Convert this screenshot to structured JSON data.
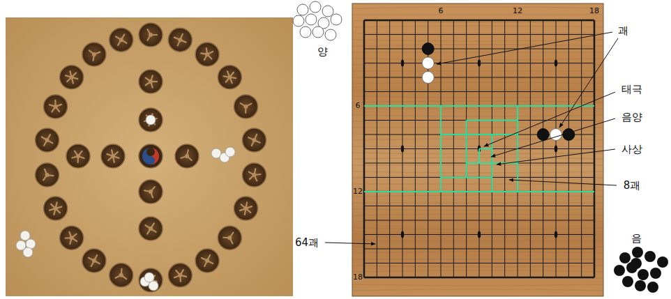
{
  "diagram": {
    "labels": [
      "6",
      "12",
      "18",
      "괘",
      "양",
      "태극",
      "6",
      "음양",
      "사상",
      "8괘",
      "12",
      "64괘",
      "음",
      "18"
    ]
  }
}
